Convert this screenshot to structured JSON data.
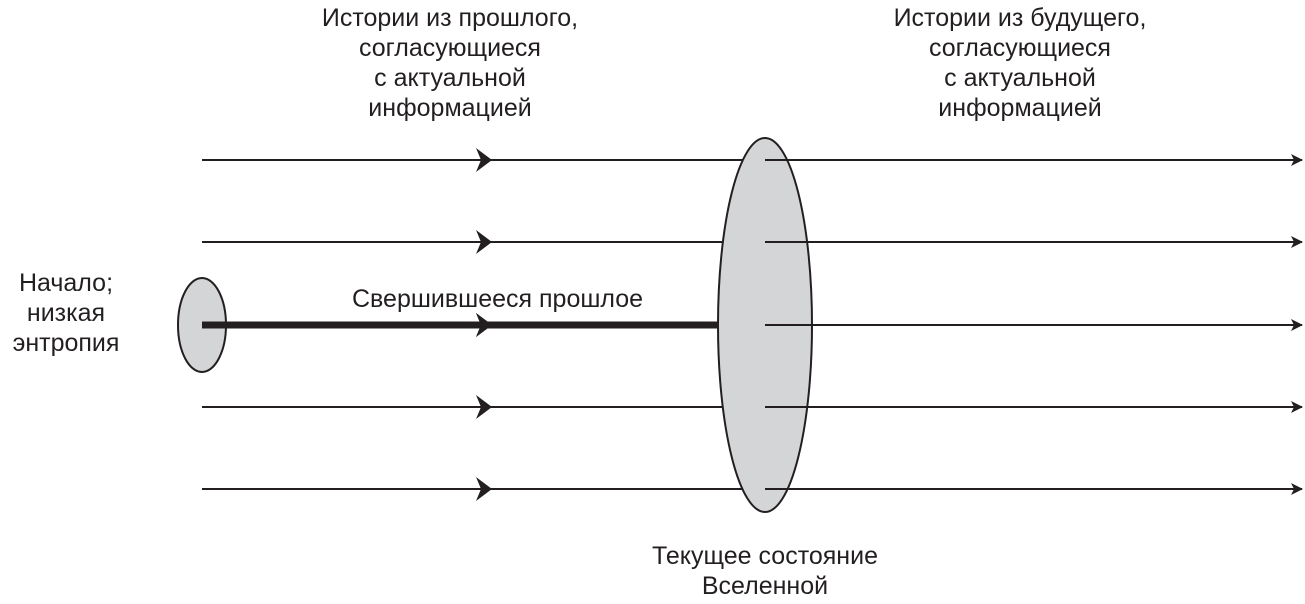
{
  "labels": {
    "past_histories": [
      "Истории из прошлого,",
      "согласующиеся",
      "с актуальной",
      "информацией"
    ],
    "future_histories": [
      "Истории из будущего,",
      "согласующиеся",
      "с актуальной",
      "информацией"
    ],
    "beginning": [
      "Начало;",
      "низкая",
      "энтропия"
    ],
    "settled_past": "Свершившееся прошлое",
    "current_state": [
      "Текущее состояние",
      "Вселенной"
    ]
  },
  "colors": {
    "ellipse_fill": "#d4d5d7",
    "stroke": "#231f20"
  }
}
